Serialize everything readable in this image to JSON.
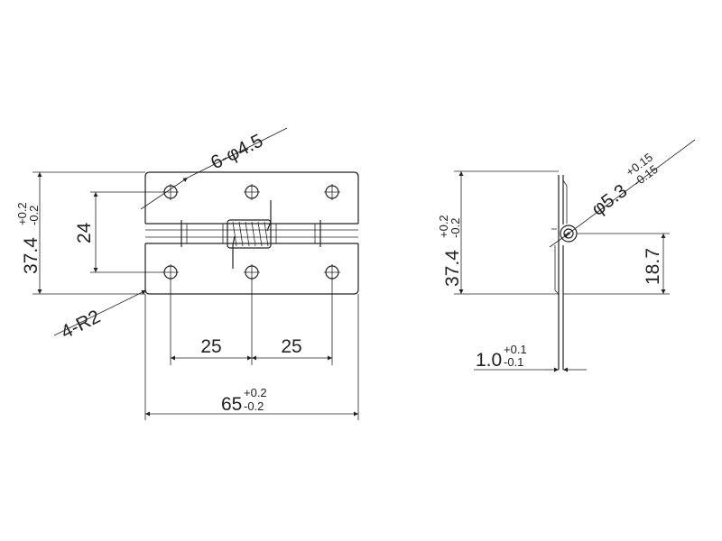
{
  "drawing": {
    "front_view": {
      "hole_callout": {
        "text": "6-φ4.5"
      },
      "radius_callout": {
        "text": "4-R2"
      },
      "height": {
        "nominal": "37.4",
        "tol_plus": "+0.2",
        "tol_minus": "-0.2"
      },
      "hole_spacing_vertical": {
        "value": "24"
      },
      "hole_spacing_left": {
        "value": "25"
      },
      "hole_spacing_right": {
        "value": "25"
      },
      "width": {
        "nominal": "65",
        "tol_plus": "+0.2",
        "tol_minus": "-0.2"
      }
    },
    "side_view": {
      "height": {
        "nominal": "37.4",
        "tol_plus": "+0.2",
        "tol_minus": "-0.2"
      },
      "pin_diameter": {
        "nominal": "φ5.3",
        "tol_plus": "+0.15",
        "tol_minus": "-0.15"
      },
      "pin_height": {
        "value": "18.7"
      },
      "thickness": {
        "nominal": "1.0",
        "tol_plus": "+0.1",
        "tol_minus": "-0.1"
      }
    },
    "colors": {
      "line": "#222222",
      "background": "#ffffff"
    }
  }
}
